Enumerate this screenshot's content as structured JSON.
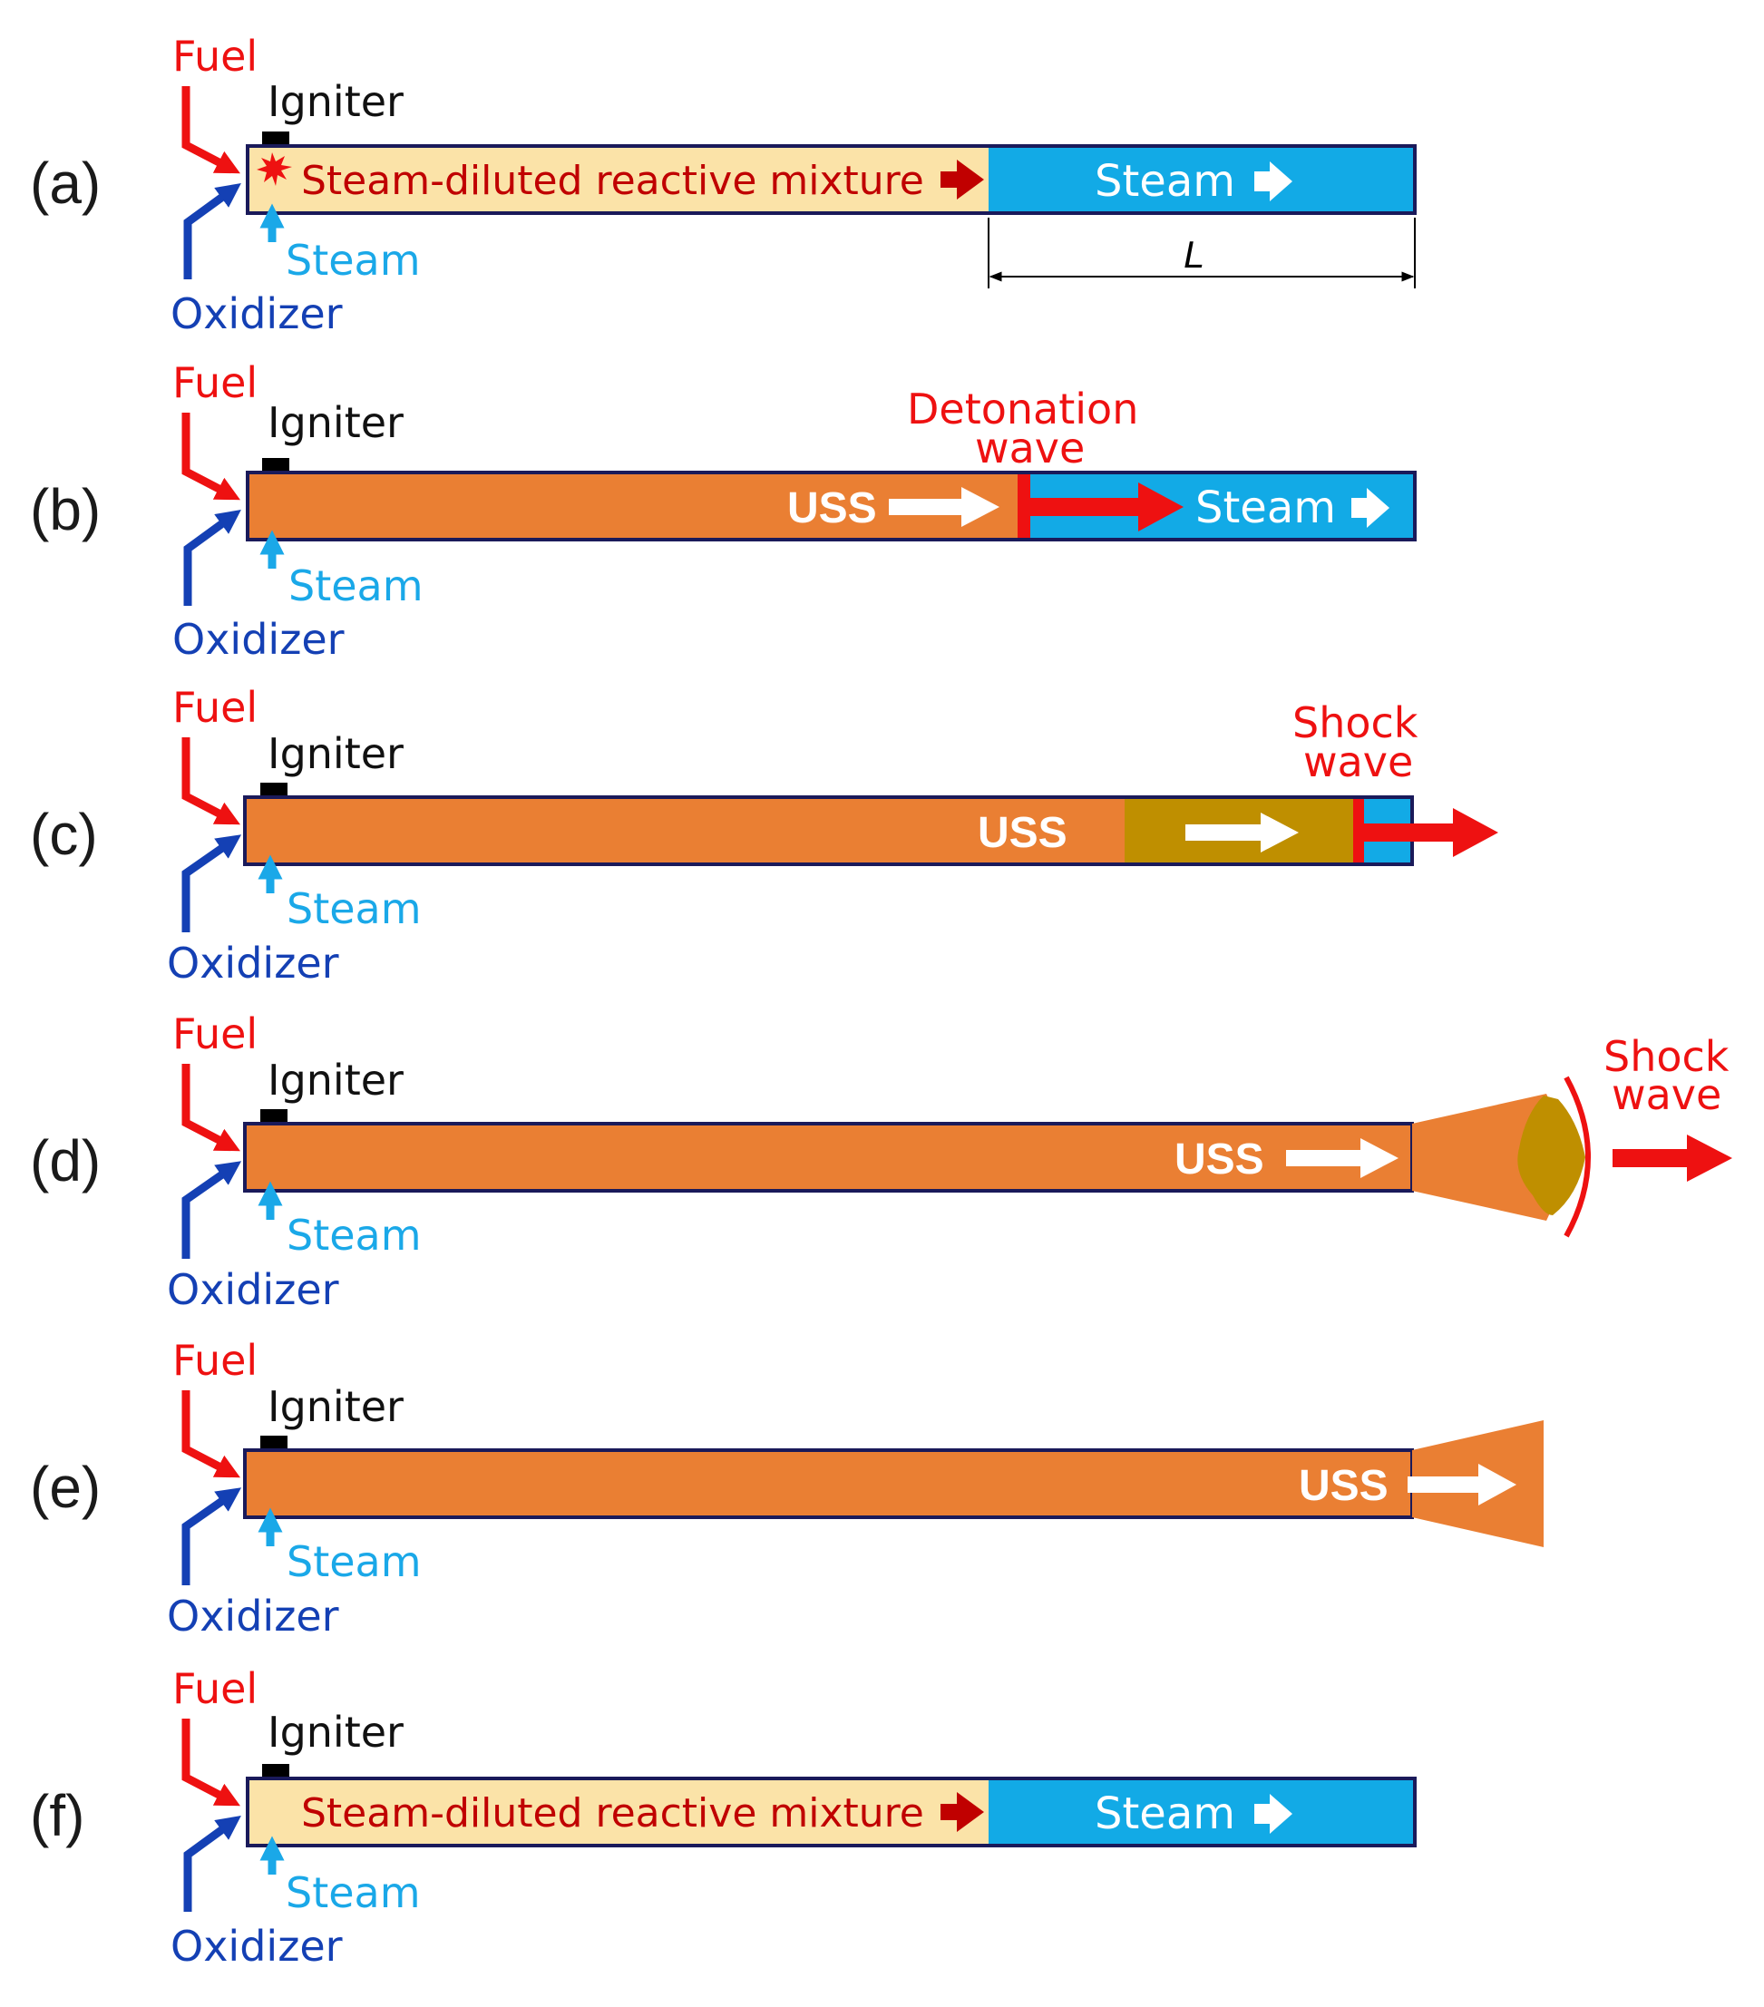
{
  "colors": {
    "fuel": "#ee1111",
    "oxidizer": "#1440b4",
    "steam_inlet": "#1aa8e8",
    "reactive_mixture": "#fbe3a8",
    "steam_region": "#12aae6",
    "burned_uss": "#ea7f33",
    "shocked_region": "#bf8f00",
    "detonation": "#ee1111",
    "mixture_text": "#c00000",
    "igniter": "#000000"
  },
  "icons": [
    "fuel-arrow-icon",
    "oxidizer-arrow-icon",
    "steam-inlet-arrow-icon",
    "igniter-icon",
    "spark-icon",
    "flow-arrow-icon"
  ],
  "panels": [
    {
      "id": "a",
      "label": "(a)",
      "fuel": "Fuel",
      "igniter": "Igniter",
      "steam_inlet": "Steam",
      "oxidizer": "Oxidizer",
      "mixture_label": "Steam-diluted reactive mixture",
      "steam_label": "Steam",
      "length_label": "L"
    },
    {
      "id": "b",
      "label": "(b)",
      "fuel": "Fuel",
      "igniter": "Igniter",
      "steam_inlet": "Steam",
      "oxidizer": "Oxidizer",
      "uss_label": "USS",
      "steam_label": "Steam",
      "wave_label_1": "Detonation",
      "wave_label_2": "wave"
    },
    {
      "id": "c",
      "label": "(c)",
      "fuel": "Fuel",
      "igniter": "Igniter",
      "steam_inlet": "Steam",
      "oxidizer": "Oxidizer",
      "uss_label": "USS",
      "wave_label_1": "Shock",
      "wave_label_2": "wave"
    },
    {
      "id": "d",
      "label": "(d)",
      "fuel": "Fuel",
      "igniter": "Igniter",
      "steam_inlet": "Steam",
      "oxidizer": "Oxidizer",
      "uss_label": "USS",
      "wave_label_1": "Shock",
      "wave_label_2": "wave"
    },
    {
      "id": "e",
      "label": "(e)",
      "fuel": "Fuel",
      "igniter": "Igniter",
      "steam_inlet": "Steam",
      "oxidizer": "Oxidizer",
      "uss_label": "USS"
    },
    {
      "id": "f",
      "label": "(f)",
      "fuel": "Fuel",
      "igniter": "Igniter",
      "steam_inlet": "Steam",
      "oxidizer": "Oxidizer",
      "mixture_label": "Steam-diluted reactive mixture",
      "steam_label": "Steam"
    }
  ]
}
